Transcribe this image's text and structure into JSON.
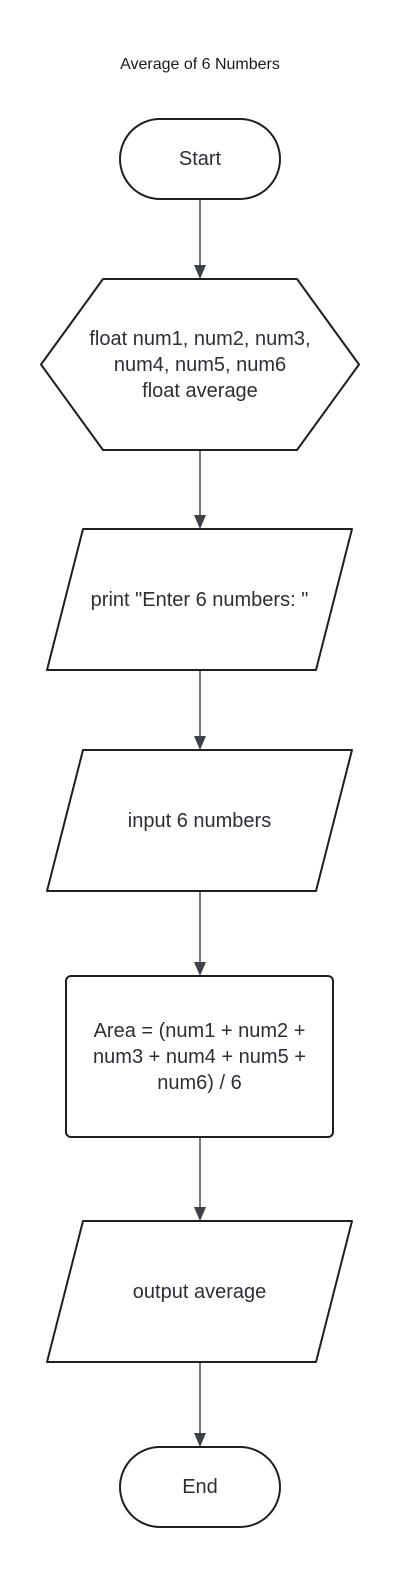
{
  "diagram": {
    "title": "Average of 6 Numbers",
    "colors": {
      "stroke": "#1f1f1f",
      "fill": "#ffffff",
      "text": "#2b2f36",
      "connector": "#3d4148"
    },
    "nodes": [
      {
        "id": "start",
        "type": "terminator",
        "label": "Start"
      },
      {
        "id": "declare",
        "type": "preparation",
        "label": "float num1, num2, num3,\nnum4, num5, num6\nfloat average"
      },
      {
        "id": "prompt",
        "type": "input-output",
        "label": "print \"Enter 6 numbers: \""
      },
      {
        "id": "input",
        "type": "input-output",
        "label": "input 6 numbers"
      },
      {
        "id": "compute",
        "type": "process",
        "label": "Area = (num1 + num2 +\nnum3 + num4 + num5 +\nnum6) / 6"
      },
      {
        "id": "output",
        "type": "input-output",
        "label": "output average"
      },
      {
        "id": "end",
        "type": "terminator",
        "label": "End"
      }
    ],
    "edges": [
      {
        "from": "start",
        "to": "declare"
      },
      {
        "from": "declare",
        "to": "prompt"
      },
      {
        "from": "prompt",
        "to": "input"
      },
      {
        "from": "input",
        "to": "compute"
      },
      {
        "from": "compute",
        "to": "output"
      },
      {
        "from": "output",
        "to": "end"
      }
    ]
  }
}
